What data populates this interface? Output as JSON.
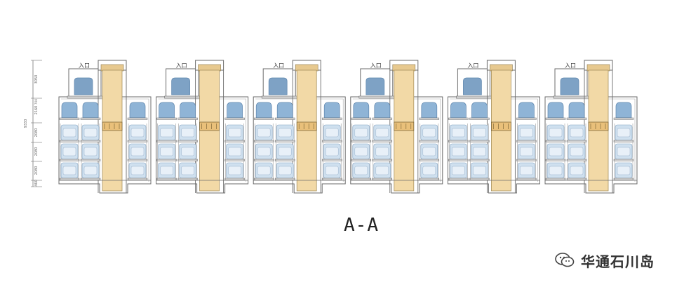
{
  "drawing": {
    "section_label": "A-A",
    "module_count": 6,
    "entrance_label": "入口",
    "dimensions": {
      "total": "9333",
      "rows": [
        "3050",
        "2160",
        "2080",
        "2080",
        "2080",
        "460"
      ],
      "top": "700"
    }
  },
  "watermark": {
    "text": "华通石川岛",
    "icon": "wechat-icon"
  },
  "colors": {
    "line": "#6b6b6b",
    "elevator_fill": "#f2d9a6",
    "car_blue": "#8fb4d6",
    "car_light": "#cfe0ef",
    "wall": "#ffffff"
  }
}
